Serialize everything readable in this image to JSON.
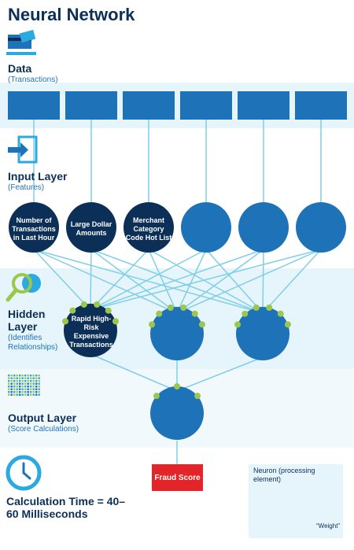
{
  "title": "Neural Network",
  "sections": {
    "data": {
      "label": "Data",
      "sub": "(Transactions)"
    },
    "input": {
      "label": "Input Layer",
      "sub": "(Features)"
    },
    "hidden": {
      "label": "Hidden Layer",
      "sub": "(Identifies Relationships)"
    },
    "output": {
      "label": "Output Layer",
      "sub": "(Score Calculations)"
    }
  },
  "input_nodes": [
    {
      "label": "Number of Transactions in Last Hour"
    },
    {
      "label": "Large Dollar Amounts"
    },
    {
      "label": "Merchant Category Code Hot List"
    },
    {
      "label": ""
    },
    {
      "label": ""
    },
    {
      "label": ""
    }
  ],
  "hidden_nodes": [
    {
      "label": "Rapid High-Risk Expensive Transactions"
    },
    {
      "label": ""
    },
    {
      "label": ""
    }
  ],
  "fraud_score": "Fraud Score",
  "calc_time": "Calculation Time = 40–60 Milliseconds",
  "legend": {
    "neuron": "Neuron (processing element)",
    "weight": "“Weight”"
  },
  "colors": {
    "navy": "#0b2f57",
    "blue": "#1e73b8",
    "band": "#e6f4fb",
    "link": "#7fcfe8",
    "weight_dot": "#9cc74a",
    "fraud": "#e32428"
  },
  "icons": [
    "credit-card-icon",
    "input-arrow-icon",
    "magnifier-icon",
    "bar-grid-icon",
    "clock-icon"
  ]
}
